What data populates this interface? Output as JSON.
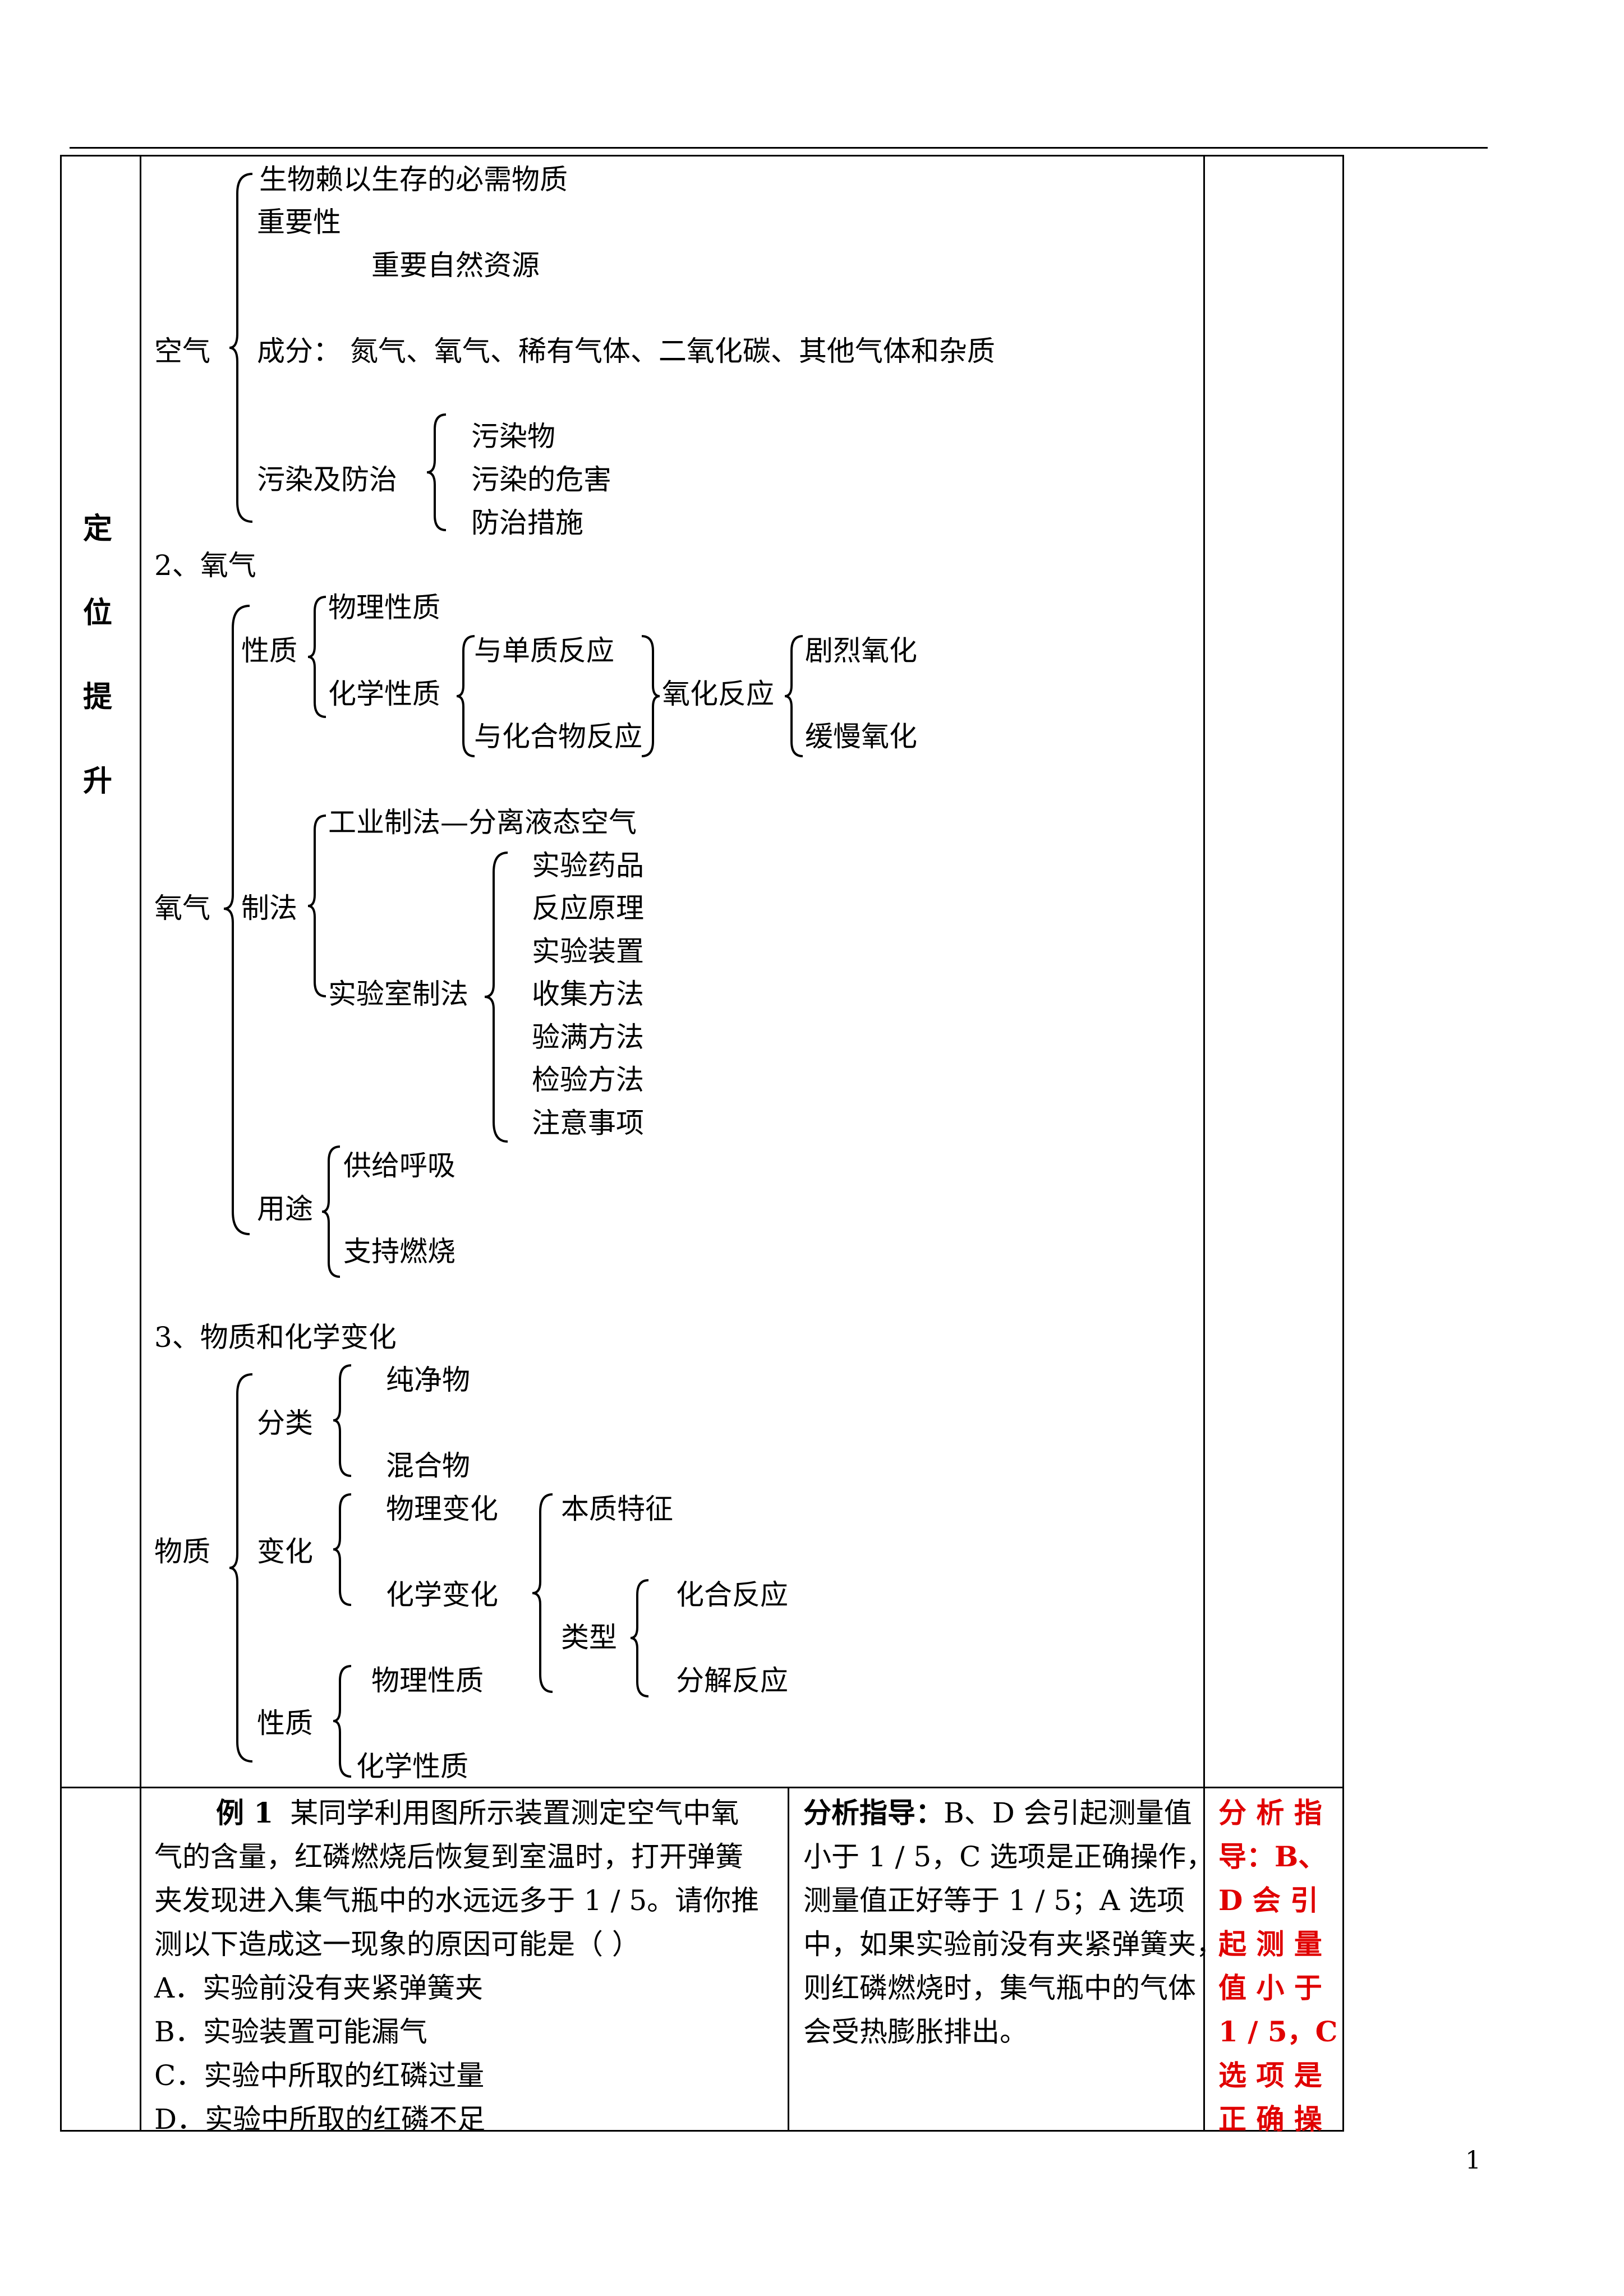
{
  "sidebar": {
    "c1": "定",
    "c2": "位",
    "c3": "提",
    "c4": "升"
  },
  "air": {
    "root": "空气",
    "importance": "重要性",
    "imp1": "生物赖以生存的必需物质",
    "imp2": "重要自然资源",
    "composition": "成分：  氮气、氧气、稀有气体、二氧化碳、其他气体和杂质",
    "pollution": "污染及防治",
    "pol1": "污染物",
    "pol2": "污染的危害",
    "pol3": "防治措施"
  },
  "oxygen": {
    "heading": "2、氧气",
    "root": "氧气",
    "property": "性质",
    "physical": "物理性质",
    "chemical": "化学性质",
    "with_element": "与单质反应",
    "with_compound": "与化合物反应",
    "oxidation": "氧化反应",
    "violent": "剧烈氧化",
    "slow": "缓慢氧化",
    "preparation": "制法",
    "industrial": "工业制法—分离液态空气",
    "lab": "实验室制法",
    "lab_items": [
      "实验药品",
      "反应原理",
      "实验装置",
      "收集方法",
      "验满方法",
      "检验方法",
      "注意事项"
    ],
    "use": "用途",
    "use1": "供给呼吸",
    "use2": "支持燃烧"
  },
  "matter": {
    "heading": "3、物质和化学变化",
    "root": "物质",
    "classify": "分类",
    "pure": "纯净物",
    "mixture": "混合物",
    "change": "变化",
    "phys_change": "物理变化",
    "chem_change": "化学变化",
    "essence": "本质特征",
    "type": "类型",
    "combination": "化合反应",
    "decomposition": "分解反应",
    "property": "性质",
    "phys_prop": "物理性质",
    "chem_prop": "化学性质"
  },
  "example": {
    "label": "例 1",
    "q1": "某同学利用图所示装置测定空气中氧",
    "q2": "气的含量，红磷燃烧后恢复到室温时，打开弹簧",
    "q3": "夹发现进入集气瓶中的水远远多于 1 / 5。请你推",
    "q4": "测以下造成这一现象的原因可能是（      ）",
    "options": [
      "A．实验前没有夹紧弹簧夹",
      "B．实验装置可能漏气",
      "C．实验中所取的红磷过量",
      "D．实验中所取的红磷不足"
    ]
  },
  "analysis": {
    "label": "分析指导：",
    "lines": [
      "B、D 会引起测量值",
      "小于 1 / 5，C 选项是正确操作，",
      "测量值正好等于 1 / 5；A 选项",
      "中，如果实验前没有夹紧弹簧夹，",
      "则红磷燃烧时，集气瓶中的气体",
      "会受热膨胀排出。"
    ]
  },
  "note": {
    "lines": [
      "分 析 指",
      "导：B、",
      "D 会 引",
      "起 测 量",
      "值 小 于",
      "1 / 5，C",
      "选 项 是",
      "正 确 操"
    ]
  },
  "page_number": "1"
}
